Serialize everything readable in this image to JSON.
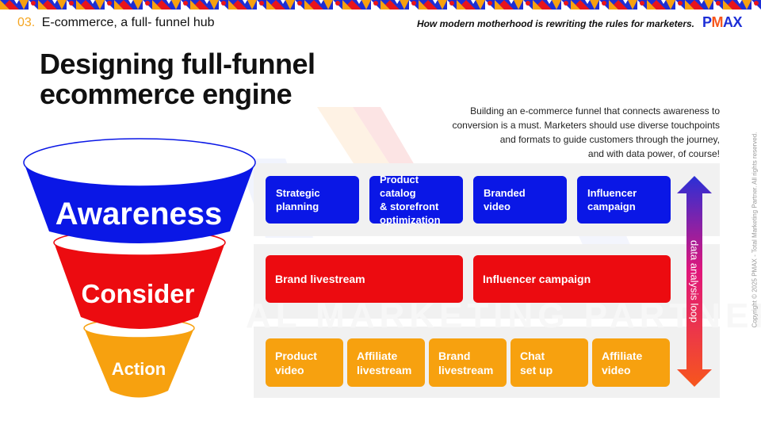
{
  "header": {
    "section_number": "03.",
    "section_title": "E-commerce, a full- funnel hub",
    "tagline": "How modern motherhood is rewriting the rules for marketers.",
    "logo_text_left": "P",
    "logo_text_flame": "M",
    "logo_text_right": "AX"
  },
  "title": {
    "line1": "Designing full-funnel",
    "line2": "ecommerce engine"
  },
  "description": {
    "line1": "Building an e-commerce funnel that connects awareness to",
    "line2": "conversion is a must. Marketers should use diverse touchpoints",
    "line3": "and formats to guide customers through the journey,",
    "line4": "and with data power, of course!"
  },
  "copyright": "Copyright © 2025 PMAX - Total Marketing Partner. All rights reserved.",
  "watermark": "AL MARKETING PARTNER",
  "funnel": {
    "awareness": "Awareness",
    "consider": "Consider",
    "action": "Action"
  },
  "awareness_cards": [
    {
      "label": "Strategic\nplanning"
    },
    {
      "label": "Product catalog\n& storefront\noptimization"
    },
    {
      "label": "Branded\nvideo"
    },
    {
      "label": "Influencer\ncampaign"
    }
  ],
  "consider_cards": [
    {
      "label": "Brand livestream"
    },
    {
      "label": "Influencer campaign"
    }
  ],
  "action_cards": [
    {
      "label": "Product\nvideo"
    },
    {
      "label": "Affiliate\nlivestream"
    },
    {
      "label": "Brand\nlivestream"
    },
    {
      "label": "Chat\nset up"
    },
    {
      "label": "Affiliate\nvideo"
    }
  ],
  "loop_label": "data analysis loop",
  "colors": {
    "awareness": "#0a17e6",
    "consider": "#ec0b10",
    "action": "#f7a10f",
    "accent_orange": "#f5a623",
    "logo_blue": "#1d2fd6",
    "logo_flame": "#f7561c"
  }
}
